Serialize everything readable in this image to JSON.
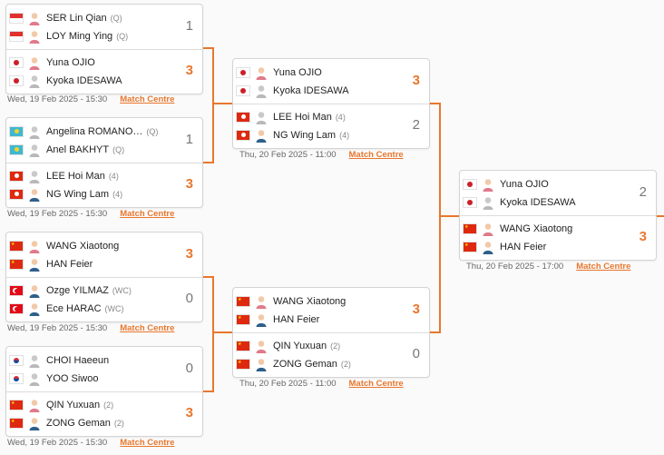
{
  "matches": [
    {
      "date": "Wed, 19 Feb 2025 - 15:30",
      "link": "Match Centre",
      "teams": [
        {
          "score": "1",
          "win": false,
          "players": [
            {
              "flag": "sg",
              "name": "SER Lin Qian",
              "seed": "(Q)",
              "avatar": "female"
            },
            {
              "flag": "sg",
              "name": "LOY Ming Ying",
              "seed": "(Q)",
              "avatar": "female"
            }
          ]
        },
        {
          "score": "3",
          "win": true,
          "players": [
            {
              "flag": "jp",
              "name": "Yuna OJIO",
              "seed": "",
              "avatar": "female"
            },
            {
              "flag": "jp",
              "name": "Kyoka IDESAWA",
              "seed": "",
              "avatar": "generic"
            }
          ]
        }
      ]
    },
    {
      "date": "Wed, 19 Feb 2025 - 15:30",
      "link": "Match Centre",
      "teams": [
        {
          "score": "1",
          "win": false,
          "players": [
            {
              "flag": "kz",
              "name": "Angelina ROMANO…",
              "seed": "(Q)",
              "avatar": "generic"
            },
            {
              "flag": "kz",
              "name": "Anel BAKHYT",
              "seed": "(Q)",
              "avatar": "generic"
            }
          ]
        },
        {
          "score": "3",
          "win": true,
          "players": [
            {
              "flag": "hk",
              "name": "LEE Hoi Man",
              "seed": "(4)",
              "avatar": "generic"
            },
            {
              "flag": "hk",
              "name": "NG Wing Lam",
              "seed": "(4)",
              "avatar": "male"
            }
          ]
        }
      ]
    },
    {
      "date": "Wed, 19 Feb 2025 - 15:30",
      "link": "Match Centre",
      "teams": [
        {
          "score": "3",
          "win": true,
          "players": [
            {
              "flag": "cn",
              "name": "WANG Xiaotong",
              "seed": "",
              "avatar": "female"
            },
            {
              "flag": "cn",
              "name": "HAN Feier",
              "seed": "",
              "avatar": "male"
            }
          ]
        },
        {
          "score": "0",
          "win": false,
          "players": [
            {
              "flag": "tr",
              "name": "Ozge YILMAZ",
              "seed": "(WC)",
              "avatar": "male"
            },
            {
              "flag": "tr",
              "name": "Ece HARAC",
              "seed": "(WC)",
              "avatar": "male"
            }
          ]
        }
      ]
    },
    {
      "date": "Wed, 19 Feb 2025 - 15:30",
      "link": "Match Centre",
      "teams": [
        {
          "score": "0",
          "win": false,
          "players": [
            {
              "flag": "kr",
              "name": "CHOI Haeeun",
              "seed": "",
              "avatar": "generic"
            },
            {
              "flag": "kr",
              "name": "YOO Siwoo",
              "seed": "",
              "avatar": "generic"
            }
          ]
        },
        {
          "score": "3",
          "win": true,
          "players": [
            {
              "flag": "cn",
              "name": "QIN Yuxuan",
              "seed": "(2)",
              "avatar": "female"
            },
            {
              "flag": "cn",
              "name": "ZONG Geman",
              "seed": "(2)",
              "avatar": "male"
            }
          ]
        }
      ]
    },
    {
      "date": "Thu, 20 Feb 2025 - 11:00",
      "link": "Match Centre",
      "teams": [
        {
          "score": "3",
          "win": true,
          "players": [
            {
              "flag": "jp",
              "name": "Yuna OJIO",
              "seed": "",
              "avatar": "female"
            },
            {
              "flag": "jp",
              "name": "Kyoka IDESAWA",
              "seed": "",
              "avatar": "generic"
            }
          ]
        },
        {
          "score": "2",
          "win": false,
          "players": [
            {
              "flag": "hk",
              "name": "LEE Hoi Man",
              "seed": "(4)",
              "avatar": "generic"
            },
            {
              "flag": "hk",
              "name": "NG Wing Lam",
              "seed": "(4)",
              "avatar": "male"
            }
          ]
        }
      ]
    },
    {
      "date": "Thu, 20 Feb 2025 - 11:00",
      "link": "Match Centre",
      "teams": [
        {
          "score": "3",
          "win": true,
          "players": [
            {
              "flag": "cn",
              "name": "WANG Xiaotong",
              "seed": "",
              "avatar": "female"
            },
            {
              "flag": "cn",
              "name": "HAN Feier",
              "seed": "",
              "avatar": "male"
            }
          ]
        },
        {
          "score": "0",
          "win": false,
          "players": [
            {
              "flag": "cn",
              "name": "QIN Yuxuan",
              "seed": "(2)",
              "avatar": "female"
            },
            {
              "flag": "cn",
              "name": "ZONG Geman",
              "seed": "(2)",
              "avatar": "male"
            }
          ]
        }
      ]
    },
    {
      "date": "Thu, 20 Feb 2025 - 17:00",
      "link": "Match Centre",
      "teams": [
        {
          "score": "2",
          "win": false,
          "players": [
            {
              "flag": "jp",
              "name": "Yuna OJIO",
              "seed": "",
              "avatar": "female"
            },
            {
              "flag": "jp",
              "name": "Kyoka IDESAWA",
              "seed": "",
              "avatar": "generic"
            }
          ]
        },
        {
          "score": "3",
          "win": true,
          "players": [
            {
              "flag": "cn",
              "name": "WANG Xiaotong",
              "seed": "",
              "avatar": "female"
            },
            {
              "flag": "cn",
              "name": "HAN Feier",
              "seed": "",
              "avatar": "male"
            }
          ]
        }
      ]
    }
  ],
  "colors": {
    "accent": "#e8772e",
    "score_loss": "#777777"
  }
}
